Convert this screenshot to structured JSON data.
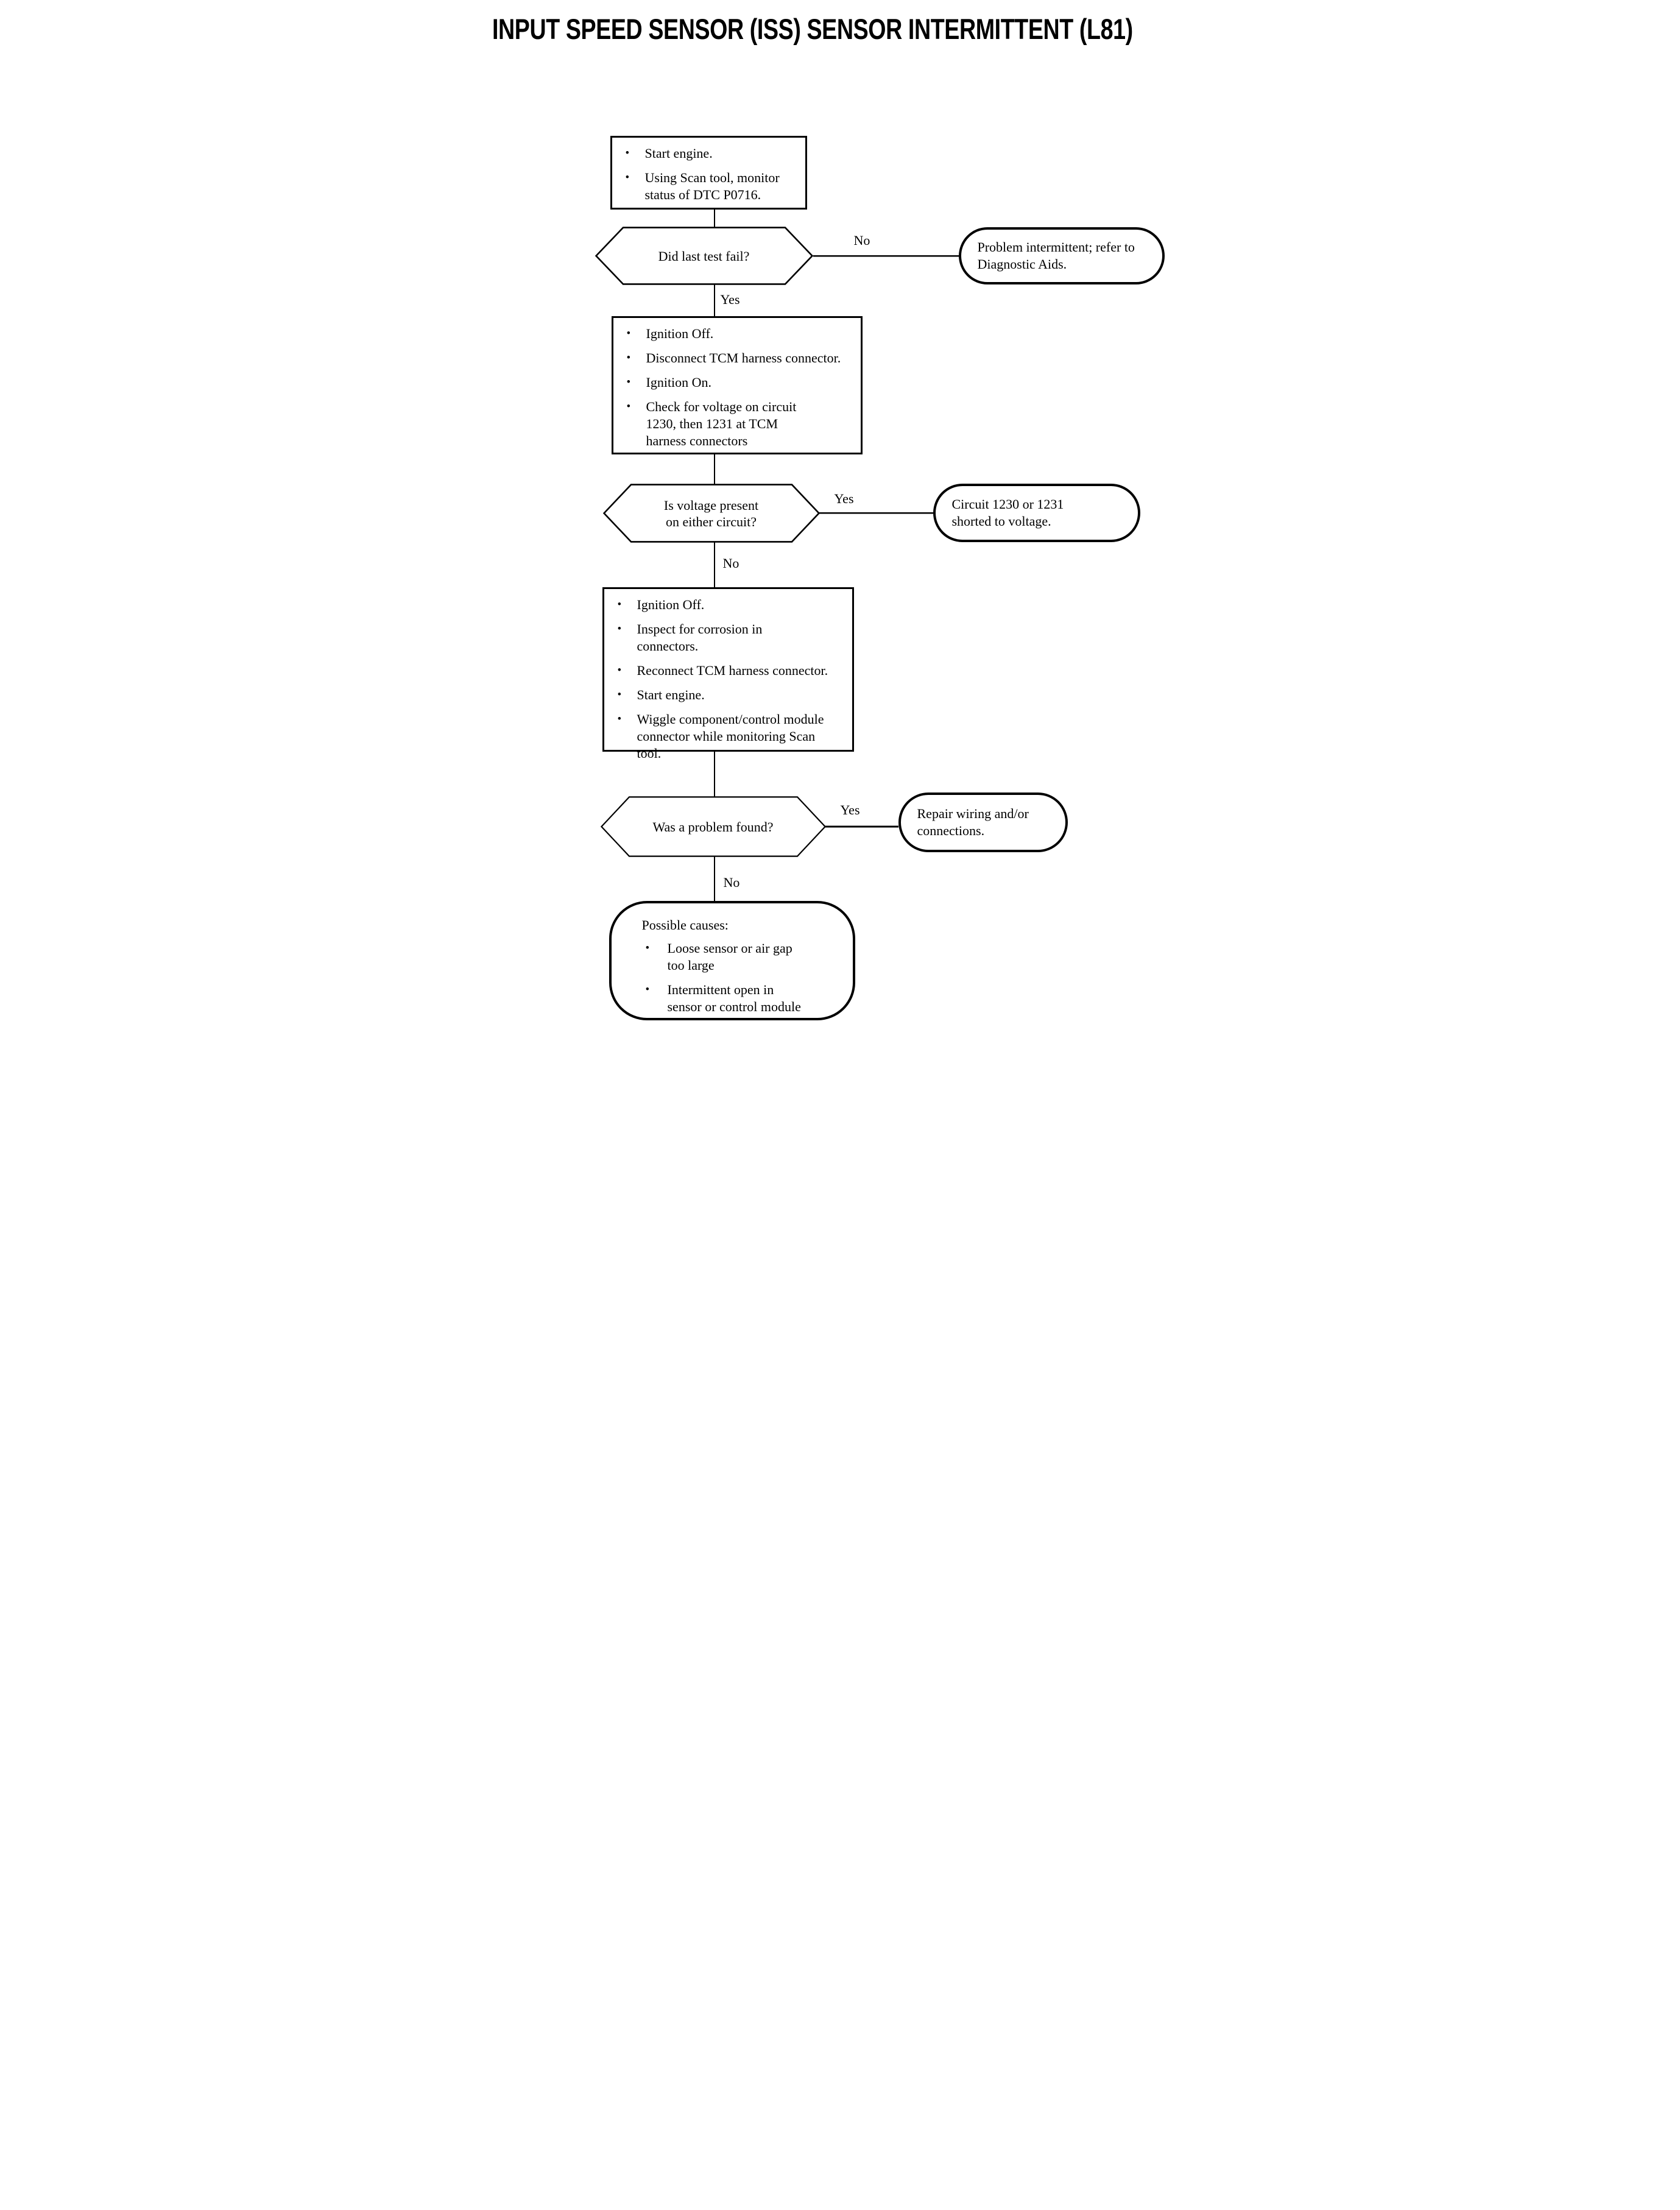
{
  "title": "INPUT SPEED SENSOR (ISS) SENSOR INTERMITTENT (L81)",
  "nodes": {
    "step1": {
      "items": [
        "Start engine.",
        "Using Scan tool, monitor\nstatus of DTC P0716."
      ]
    },
    "decision1": {
      "text": "Did last test fail?"
    },
    "terminal1": {
      "text": "Problem intermittent; refer to\nDiagnostic Aids."
    },
    "step2": {
      "items": [
        "Ignition Off.",
        "Disconnect TCM harness  connector.",
        "Ignition On.",
        "Check for voltage on circuit\n1230, then 1231 at TCM\nharness connectors"
      ]
    },
    "decision2": {
      "text": "Is voltage present\non either circuit?"
    },
    "terminal2": {
      "text": "Circuit 1230 or 1231\nshorted to voltage."
    },
    "step3": {
      "items": [
        "Ignition Off.",
        "Inspect for corrosion in\nconnectors.",
        "Reconnect TCM harness connector.",
        "Start engine.",
        "Wiggle component/control module\nconnector while monitoring Scan\ntool."
      ]
    },
    "decision3": {
      "text": "Was a problem found?"
    },
    "terminal3": {
      "text": "Repair wiring and/or\nconnections."
    },
    "causes": {
      "heading": "Possible causes:",
      "items": [
        "Loose sensor or air gap\ntoo large",
        "Intermittent open in\nsensor or control module"
      ]
    }
  },
  "edges": {
    "no1": "No",
    "yes1": "Yes",
    "yes2": "Yes",
    "no2": "No",
    "yes3": "Yes",
    "no3": "No"
  },
  "bullet_glyph": "●",
  "colors": {
    "ink": "#000000",
    "paper": "#ffffff"
  }
}
